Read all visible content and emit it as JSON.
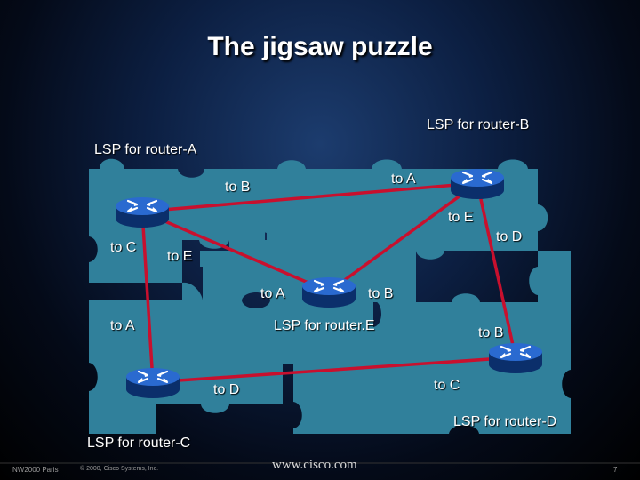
{
  "slide": {
    "title": "The jigsaw puzzle"
  },
  "lsp_labels": {
    "router_a": "LSP for router-A",
    "router_b": "LSP for router-B",
    "router_c": "LSP for router-C",
    "router_d": "LSP for router-D",
    "router_e": "LSP for router.E"
  },
  "ports": {
    "a_to_b": "to B",
    "a_to_c": "to C",
    "a_to_e": "to E",
    "b_to_a": "to A",
    "b_to_e": "to E",
    "b_to_d": "to D",
    "e_to_a": "to A",
    "e_to_b": "to B",
    "c_to_a": "to A",
    "c_to_d": "to D",
    "d_to_b": "to B",
    "d_to_c": "to C"
  },
  "footer": {
    "event": "NW2000 Paris",
    "copyright": "© 2000, Cisco Systems, Inc.",
    "url": "www.cisco.com",
    "page": "7"
  },
  "colors": {
    "piece_fill": "#30809b",
    "link": "#c8102e",
    "router": "#1f63c4"
  },
  "icons": {
    "router": "router-icon"
  }
}
